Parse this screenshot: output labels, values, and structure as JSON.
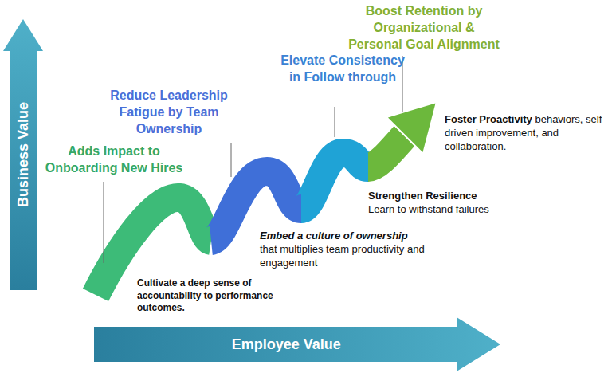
{
  "diagram": {
    "nodes": [
      {
        "text": [
          "Business Value"
        ]
      },
      {
        "text": [
          "Employee Value"
        ]
      }
    ],
    "labels": [
      "Boost Retention by Organizational & Personal Goal Alignment",
      "Elevate Consistency in Follow through",
      "Reduce Leadership Fatigue by Team Ownership",
      "Adds Impact to Onboarding New Hires",
      "Foster Proactivity",
      "behaviors, self driven improvement, and collaboration.",
      "Strengthen Resilience",
      "Learn to withstand failures",
      "Embed a culture of ownership",
      "that multiplies team productivity and engagement",
      "Cultivate a deep sense of accountability to performance outcomes."
    ]
  }
}
